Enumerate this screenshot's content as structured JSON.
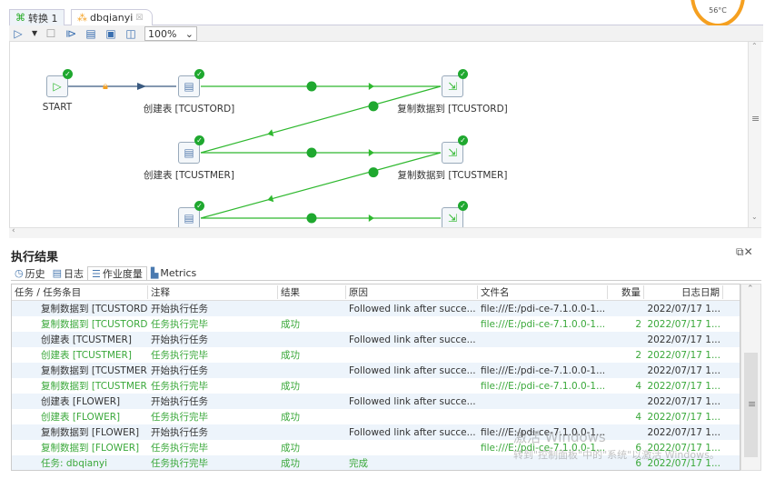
{
  "tabs": [
    {
      "label": "转换 1",
      "icon": "transformation-icon"
    },
    {
      "label": "dbqianyi",
      "icon": "job-icon",
      "close": "☒"
    }
  ],
  "toolbar": {
    "zoom": "100%"
  },
  "overlay": {
    "temperature": "56°C"
  },
  "canvas": {
    "nodes": [
      {
        "label": "START",
        "type": "start"
      },
      {
        "label": "创建表 [TCUSTORD]",
        "type": "sql"
      },
      {
        "label": "复制数据到 [TCUSTORD]",
        "type": "copy"
      },
      {
        "label": "创建表 [TCUSTMER]",
        "type": "sql"
      },
      {
        "label": "复制数据到 [TCUSTMER]",
        "type": "copy"
      },
      {
        "label": "",
        "type": "sql"
      },
      {
        "label": "",
        "type": "copy"
      }
    ],
    "hop_color": "#2eb82e"
  },
  "panel": {
    "title": "执行结果",
    "tabs": [
      {
        "label": "历史",
        "icon": "history-icon"
      },
      {
        "label": "日志",
        "icon": "log-icon"
      },
      {
        "label": "作业度量",
        "icon": "metrics-icon",
        "active": true
      },
      {
        "label": "Metrics",
        "icon": "chart-icon"
      }
    ],
    "columns": [
      "任务 / 任务条目",
      "注释",
      "结果",
      "原因",
      "文件名",
      "数量",
      "日志日期"
    ],
    "rows": [
      [
        "复制数据到 [TCUSTORD]",
        "开始执行任务",
        "",
        "Followed link after succe...",
        "file:///E:/pdi-ce-7.1.0.0-1...",
        "",
        "2022/07/17 1..."
      ],
      [
        "复制数据到 [TCUSTORD]",
        "任务执行完毕",
        "成功",
        "",
        "file:///E:/pdi-ce-7.1.0.0-1...",
        "2",
        "2022/07/17 1..."
      ],
      [
        "创建表 [TCUSTMER]",
        "开始执行任务",
        "",
        "Followed link after succe...",
        "",
        "",
        "2022/07/17 1..."
      ],
      [
        "创建表 [TCUSTMER]",
        "任务执行完毕",
        "成功",
        "",
        "",
        "2",
        "2022/07/17 1..."
      ],
      [
        "复制数据到 [TCUSTMER]",
        "开始执行任务",
        "",
        "Followed link after succe...",
        "file:///E:/pdi-ce-7.1.0.0-1...",
        "",
        "2022/07/17 1..."
      ],
      [
        "复制数据到 [TCUSTMER]",
        "任务执行完毕",
        "成功",
        "",
        "file:///E:/pdi-ce-7.1.0.0-1...",
        "4",
        "2022/07/17 1..."
      ],
      [
        "创建表 [FLOWER]",
        "开始执行任务",
        "",
        "Followed link after succe...",
        "",
        "",
        "2022/07/17 1..."
      ],
      [
        "创建表 [FLOWER]",
        "任务执行完毕",
        "成功",
        "",
        "",
        "4",
        "2022/07/17 1..."
      ],
      [
        "复制数据到 [FLOWER]",
        "开始执行任务",
        "",
        "Followed link after succe...",
        "file:///E:/pdi-ce-7.1.0.0-1...",
        "",
        "2022/07/17 1..."
      ],
      [
        "复制数据到 [FLOWER]",
        "任务执行完毕",
        "成功",
        "",
        "file:///E:/pdi-ce-7.1.0.0-1...",
        "6",
        "2022/07/17 1..."
      ],
      [
        "任务: dbqianyi",
        "任务执行完毕",
        "成功",
        "完成",
        "",
        "6",
        "2022/07/17 1..."
      ]
    ],
    "success_color": "#3aa83a"
  },
  "watermark": {
    "line1": "激活 Windows",
    "line2": "转到\"控制面板\"中的\"系统\"以激活 Windows。"
  }
}
